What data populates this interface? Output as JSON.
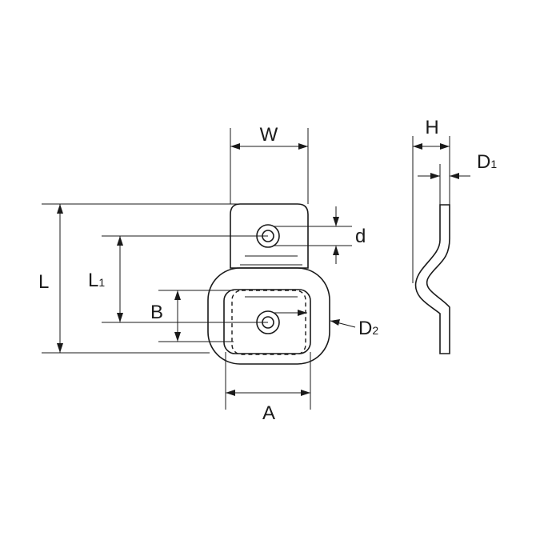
{
  "labels": {
    "W": "W",
    "H": "H",
    "D1": "D",
    "D1_sub": "1",
    "d": "d",
    "L": "L",
    "L1": "L",
    "L1_sub": "1",
    "B": "B",
    "D2": "D",
    "D2_sub": "2",
    "A": "A"
  }
}
